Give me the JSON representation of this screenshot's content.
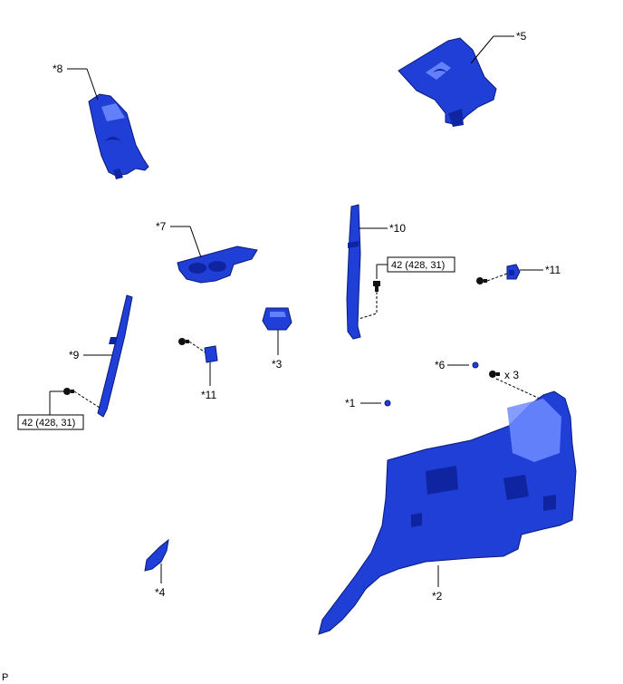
{
  "callouts": {
    "c1": "*1",
    "c2": "*2",
    "c3": "*3",
    "c4": "*4",
    "c5": "*5",
    "c6": "*6",
    "c7": "*7",
    "c8": "*8",
    "c9": "*9",
    "c10": "*10",
    "c11a": "*11",
    "c11b": "*11"
  },
  "torque_specs": {
    "upper": "42 (428, 31)",
    "lower": "42 (428, 31)"
  },
  "quantity": "x 3",
  "corner_code": "P",
  "part_color": "#1f3fd6"
}
